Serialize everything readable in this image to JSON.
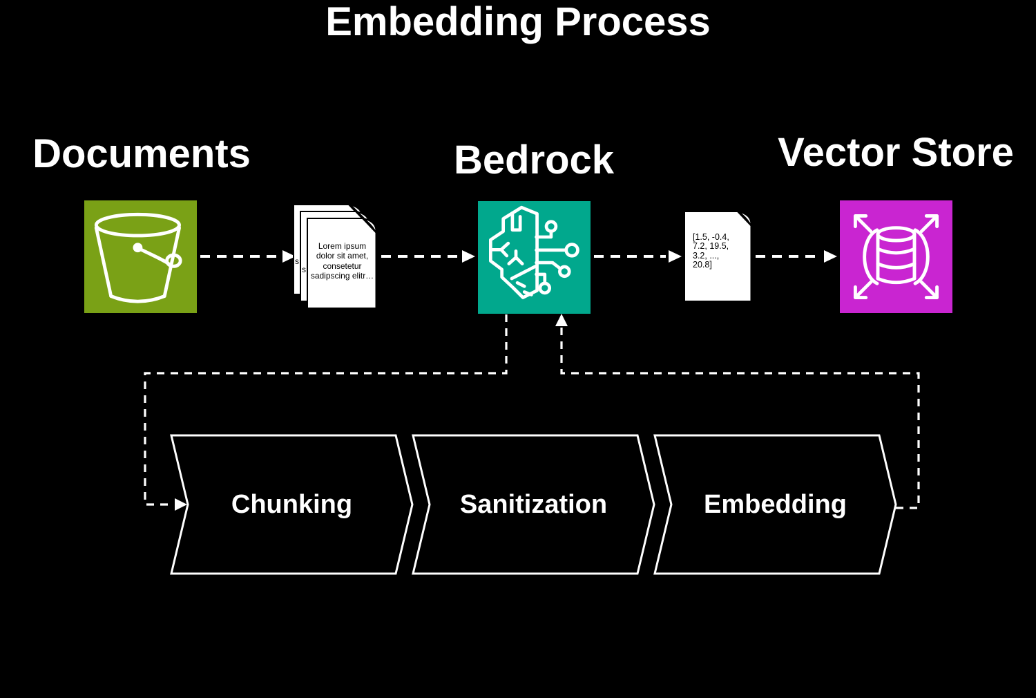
{
  "title": "Embedding Process",
  "colors": {
    "background": "#000000",
    "stroke": "#ffffff",
    "s3_green": "#7aa116",
    "bedrock_teal": "#01a88d",
    "vector_magenta": "#c925d1"
  },
  "nodes": {
    "documents": {
      "label": "Documents"
    },
    "bedrock": {
      "label": "Bedrock"
    },
    "vector_store": {
      "label": "Vector Store"
    }
  },
  "artifacts": {
    "document_stack": {
      "front_text": "Lorem ipsum dolor sit amet, consetetur sadipscing elitr…",
      "back_page_fragment": "s",
      "middle_page_fragment": "s"
    },
    "vector_document": {
      "lines": [
        "[1.5, -0.4,",
        "7.2, 19.5,",
        "3.2, ...,",
        "20.8]"
      ]
    }
  },
  "process_steps": [
    {
      "label": "Chunking"
    },
    {
      "label": "Sanitization"
    },
    {
      "label": "Embedding"
    }
  ]
}
